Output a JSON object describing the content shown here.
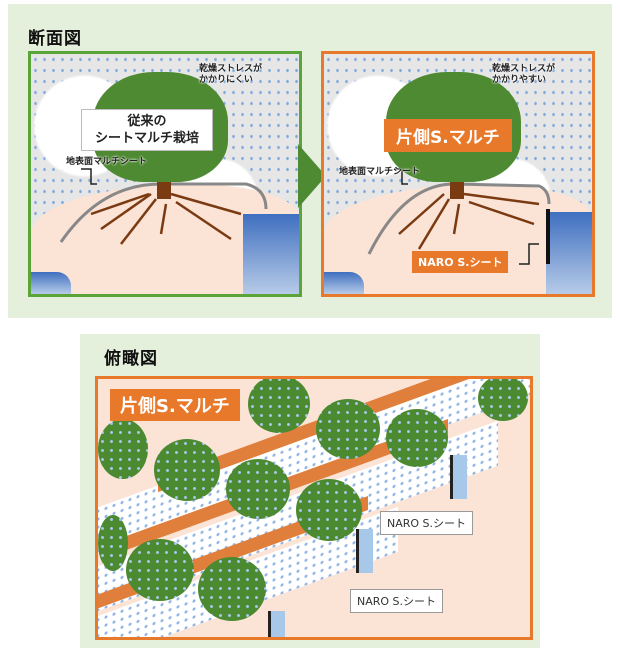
{
  "section_cross": {
    "title": "断面図",
    "left": {
      "label_line1": "従来の",
      "label_line2": "シートマルチ栽培",
      "note_line1": "乾燥ストレスが",
      "note_line2": "かかりにくい",
      "sheet_label": "地表面マルチシート",
      "border_color": "#5aa43a"
    },
    "right": {
      "label": "片側S.マルチ",
      "note_line1": "乾燥ストレスが",
      "note_line2": "かかりやすい",
      "sheet_label": "地表面マルチシート",
      "naro_label": "NARO S.シート",
      "border_color": "#e8792b"
    },
    "arrow_icon": "right-arrow"
  },
  "section_overhead": {
    "title": "俯瞰図",
    "tag": "片側S.マルチ",
    "callouts": [
      "NARO S.シート",
      "NARO S.シート"
    ],
    "border_color": "#e8792b"
  },
  "colors": {
    "panel_bg": "#e4f0dc",
    "accent_orange": "#e8792b",
    "accent_green": "#4e8a32",
    "soil": "#fbe3d6",
    "water": "#3f6fc0"
  }
}
